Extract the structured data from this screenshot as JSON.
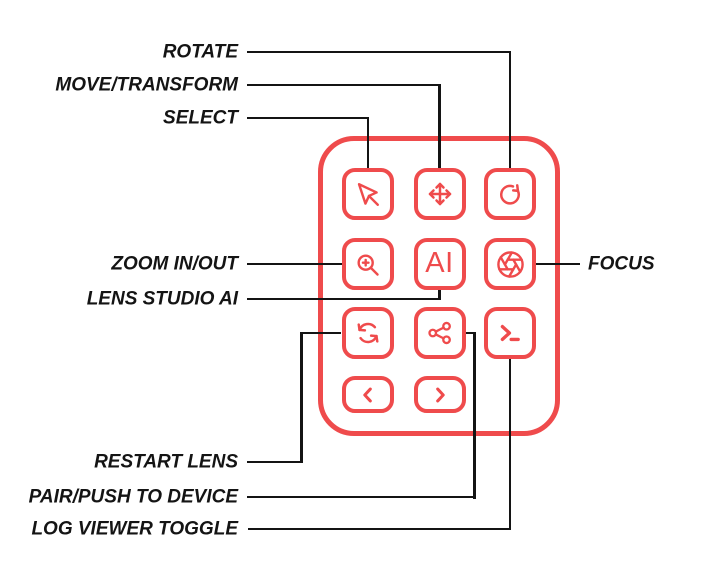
{
  "colors": {
    "accent": "#EF4B4C",
    "line": "#141414",
    "background": "#FFFFFF"
  },
  "callouts": {
    "rotate": "ROTATE",
    "move_transform": "MOVE/TRANSFORM",
    "select": "SELECT",
    "zoom_in_out": "ZOOM IN/OUT",
    "lens_studio_ai": "LENS STUDIO AI",
    "focus": "FOCUS",
    "restart_lens": "RESTART LENS",
    "pair_push_to_device": "PAIR/PUSH TO DEVICE",
    "log_viewer_toggle": "LOG VIEWER TOGGLE"
  },
  "keypad": {
    "ai_key_text": "AI",
    "keys": [
      {
        "id": "select",
        "icon": "cursor-select-icon"
      },
      {
        "id": "move-transform",
        "icon": "move-arrows-icon"
      },
      {
        "id": "rotate",
        "icon": "rotate-clockwise-icon"
      },
      {
        "id": "zoom-in-out",
        "icon": "magnifier-plus-icon"
      },
      {
        "id": "lens-studio-ai",
        "icon": "ai-text"
      },
      {
        "id": "focus",
        "icon": "aperture-icon"
      },
      {
        "id": "restart-lens",
        "icon": "restart-cycle-icon"
      },
      {
        "id": "pair-push-to-device",
        "icon": "share-nodes-icon"
      },
      {
        "id": "log-viewer-toggle",
        "icon": "terminal-prompt-icon"
      },
      {
        "id": "prev",
        "icon": "chevron-left-icon"
      },
      {
        "id": "next",
        "icon": "chevron-right-icon"
      }
    ]
  }
}
